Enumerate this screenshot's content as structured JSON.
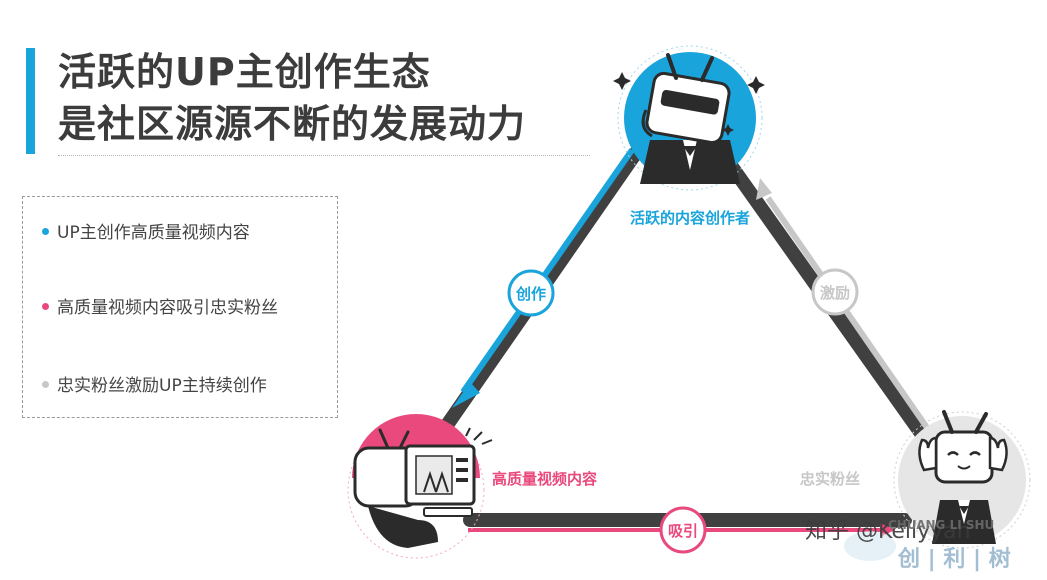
{
  "title": {
    "line1": "活跃的UP主创作生态",
    "line2": "是社区源源不断的发展动力"
  },
  "legend": [
    {
      "text": "UP主创作高质量视频内容",
      "color": "#1aa4dc"
    },
    {
      "text": "高质量视频内容吸引忠实粉丝",
      "color": "#e9497c"
    },
    {
      "text": "忠实粉丝激励UP主持续创作",
      "color": "#c7c7c7"
    }
  ],
  "nodes": {
    "creator": {
      "label": "活跃的内容创作者",
      "color": "#1aa4dc",
      "icon": "tv-head-mascot-sunglasses-suit"
    },
    "content": {
      "label": "高质量视频内容",
      "color": "#e9497c",
      "icon": "person-at-computer"
    },
    "fans": {
      "label": "忠实粉丝",
      "color": "#d4d4d4",
      "icon": "tv-head-mascot-waving"
    }
  },
  "edges": {
    "create": {
      "label": "创作",
      "color": "#1aa4dc"
    },
    "attract": {
      "label": "吸引",
      "color": "#e9497c"
    },
    "inspire": {
      "label": "激励",
      "color": "#c7c7c7"
    }
  },
  "colors": {
    "accent": "#1aa4dc",
    "pink": "#e9497c",
    "gray": "#c7c7c7",
    "dark": "#404040"
  },
  "watermark": {
    "text1": "知乎 @Kellyyan",
    "text2": "CHUANG LI SHU",
    "text3": "创 | 利 | 树"
  }
}
